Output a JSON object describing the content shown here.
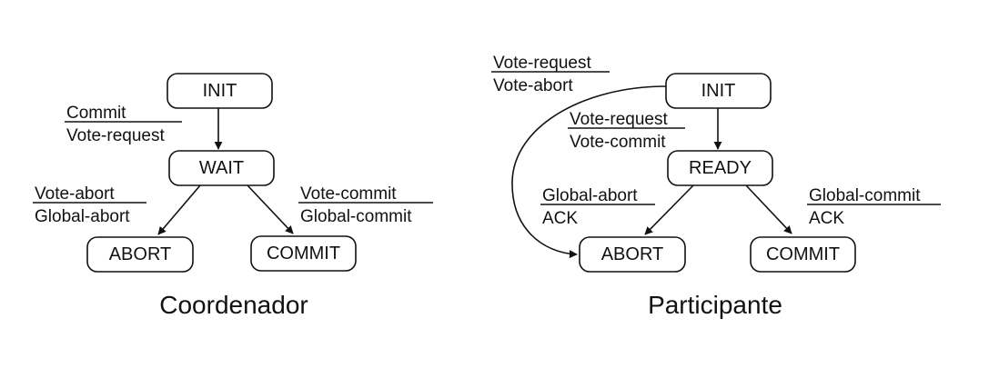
{
  "colors": {
    "stroke": "#111111",
    "background": "#ffffff"
  },
  "coordinator": {
    "caption": "Coordenador",
    "states": {
      "init": "INIT",
      "wait": "WAIT",
      "abort": "ABORT",
      "commit": "COMMIT"
    },
    "transitions": {
      "init_wait": {
        "event": "Commit",
        "action": "Vote-request"
      },
      "wait_abort": {
        "event": "Vote-abort",
        "action": "Global-abort"
      },
      "wait_commit": {
        "event": "Vote-commit",
        "action": "Global-commit"
      }
    }
  },
  "participant": {
    "caption": "Participante",
    "states": {
      "init": "INIT",
      "ready": "READY",
      "abort": "ABORT",
      "commit": "COMMIT"
    },
    "transitions": {
      "init_abort": {
        "event": "Vote-request",
        "action": "Vote-abort"
      },
      "init_ready": {
        "event": "Vote-request",
        "action": "Vote-commit"
      },
      "ready_abort": {
        "event": "Global-abort",
        "action": "ACK"
      },
      "ready_commit": {
        "event": "Global-commit",
        "action": "ACK"
      }
    }
  }
}
